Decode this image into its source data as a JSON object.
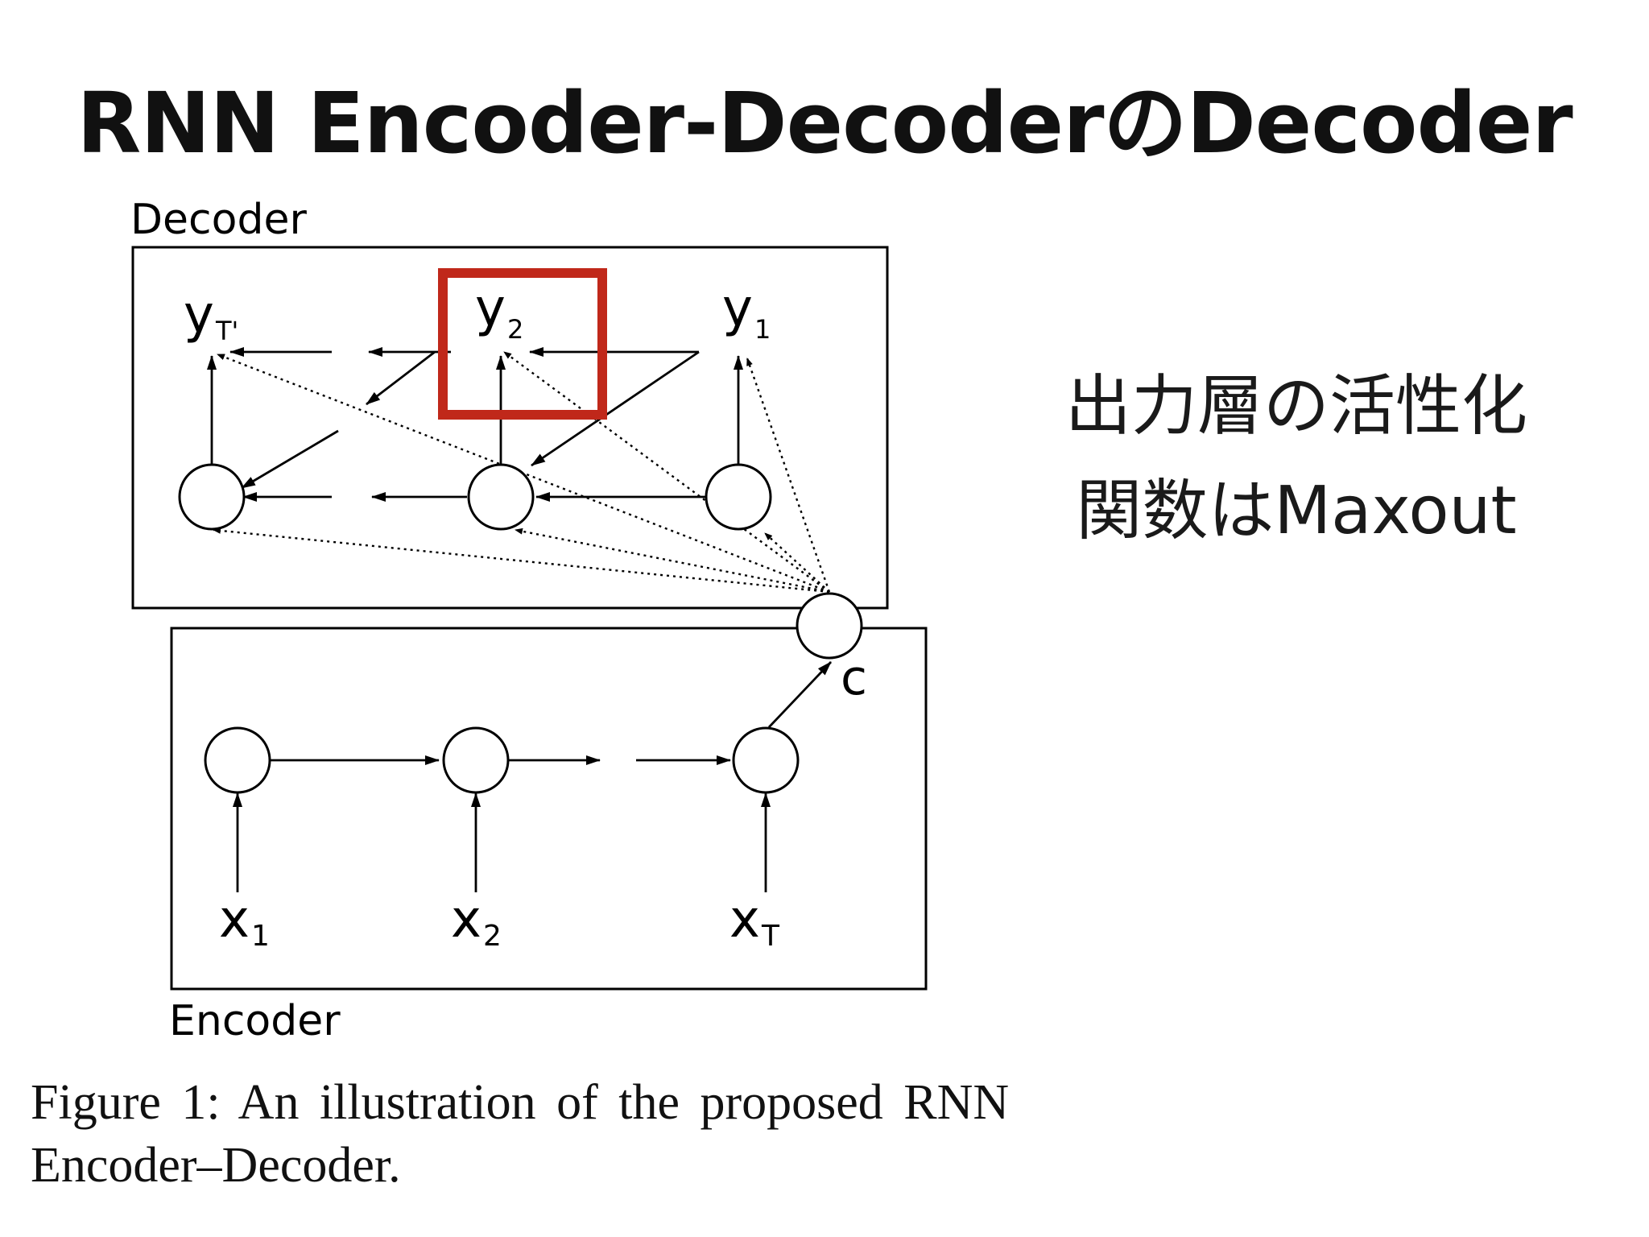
{
  "title": "RNN Encoder-DecoderのDecoder",
  "side_note": {
    "line1": "出力層の活性化",
    "line2": "関数はMaxout"
  },
  "diagram": {
    "decoder_label": "Decoder",
    "encoder_label": "Encoder",
    "context_label": "c",
    "outputs": [
      {
        "base": "y",
        "sub": "T'"
      },
      {
        "base": "y",
        "sub": "2"
      },
      {
        "base": "y",
        "sub": "1"
      }
    ],
    "inputs": [
      {
        "base": "x",
        "sub": "1"
      },
      {
        "base": "x",
        "sub": "2"
      },
      {
        "base": "x",
        "sub": "T"
      }
    ],
    "highlight_color": "#c0281a"
  },
  "caption": {
    "line1": "Figure 1:  An illustration of the proposed RNN",
    "line2": "Encoder–Decoder."
  }
}
